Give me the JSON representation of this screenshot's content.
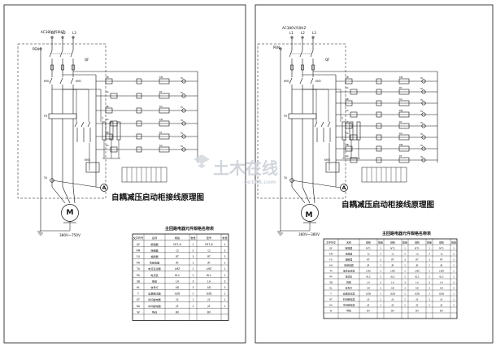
{
  "sheets": [
    {
      "supply_label": "AC380V/50HZ",
      "phases": [
        "L1",
        "L2",
        "L3"
      ],
      "pe_label": "PEN",
      "qf_label": "QF",
      "meter_label": "A",
      "motor_label": "M",
      "motor_voltage": "380V～750V",
      "diagram_title": "自耦减压启动柜接线原理图",
      "table_title": "主回路电器元件规格名称表",
      "table_headers": [
        "文字符号",
        "名称",
        "规格",
        "数量",
        "型号",
        "数量"
      ],
      "table_rows": [
        [
          "QF",
          "断路器",
          "NT1-6",
          "1",
          "NT1-8",
          "1"
        ],
        [
          "KM",
          "接触器",
          "CJ",
          "2",
          "CJ",
          "2"
        ],
        [
          "FU",
          "熔断器",
          "RT",
          "3",
          "RT",
          "3"
        ],
        [
          "KH",
          "热继电器",
          "JR",
          "1",
          "JR",
          "1"
        ],
        [
          "TA",
          "电流互感器",
          "LMZ",
          "1",
          "LMZ",
          "1"
        ],
        [
          "PA",
          "电流表",
          "6L2",
          "1",
          "6L2",
          "1"
        ],
        [
          "SB",
          "按钮",
          "LA",
          "3",
          "LA",
          "3"
        ],
        [
          "HL",
          "信号灯",
          "AD",
          "3",
          "AD",
          "3"
        ],
        [
          "T",
          "自耦变压器",
          "QZB",
          "1",
          "QZB",
          "1"
        ],
        [
          "KT",
          "时间继电器",
          "JS",
          "1",
          "JS",
          "1"
        ],
        [
          "KA",
          "中间继电器",
          "JZ",
          "1",
          "JZ",
          "1"
        ],
        [
          "W",
          "导线",
          "BV",
          "",
          "BV",
          ""
        ],
        [
          "",
          "",
          "",
          "",
          "",
          ""
        ]
      ]
    },
    {
      "supply_label": "AC380V/50HZ",
      "phases": [
        "L1",
        "L2",
        "L3"
      ],
      "pe_label": "PEN",
      "qf_label": "QF",
      "meter_label": "A",
      "motor_label": "M",
      "motor_voltage": "380V～380V",
      "diagram_title": "自耦减压启动柜接线原理图",
      "table_title": "主回路电器元件规格名称表",
      "table_headers": [
        "文字符号",
        "名称",
        "规格",
        "数量",
        "规格",
        "数量",
        "规格",
        "数量",
        "规格",
        "数量"
      ],
      "table_rows": [
        [
          "QF",
          "断路器",
          "NT1",
          "1",
          "NT1",
          "1",
          "NT1",
          "1",
          "NT1",
          "1"
        ],
        [
          "KM",
          "接触器",
          "CJ",
          "2",
          "CJ",
          "2",
          "CJ",
          "2",
          "CJ",
          "2"
        ],
        [
          "FU",
          "熔断器",
          "RT",
          "3",
          "RT",
          "3",
          "RT",
          "3",
          "RT",
          "3"
        ],
        [
          "KH",
          "热继电器",
          "JR",
          "1",
          "JR",
          "1",
          "JR",
          "1",
          "JR",
          "1"
        ],
        [
          "TA",
          "电流互感器",
          "LMZ",
          "1",
          "LMZ",
          "1",
          "LMZ",
          "1",
          "LMZ",
          "1"
        ],
        [
          "PA",
          "电流表",
          "6L2",
          "1",
          "6L2",
          "1",
          "6L2",
          "1",
          "6L2",
          "1"
        ],
        [
          "SB",
          "按钮",
          "LA",
          "3",
          "LA",
          "3",
          "LA",
          "3",
          "LA",
          "3"
        ],
        [
          "HL",
          "信号灯",
          "AD",
          "3",
          "AD",
          "3",
          "AD",
          "3",
          "AD",
          "3"
        ],
        [
          "T",
          "自耦变压器",
          "QZB",
          "1",
          "QZB",
          "1",
          "QZB",
          "1",
          "QZB",
          "1"
        ],
        [
          "KT",
          "时间继电器",
          "JS",
          "1",
          "JS",
          "1",
          "JS",
          "1",
          "JS",
          "1"
        ],
        [
          "KA",
          "中间继电器",
          "JZ",
          "1",
          "JZ",
          "1",
          "JZ",
          "1",
          "JZ",
          "1"
        ],
        [
          "W",
          "导线",
          "BV",
          "",
          "BV",
          "",
          "BV",
          "",
          "BV",
          ""
        ],
        [
          "",
          "",
          "",
          "",
          "",
          "",
          "",
          "",
          "",
          ""
        ]
      ]
    }
  ],
  "watermark": {
    "text": "土木在线",
    "subtext": "co188.com"
  }
}
